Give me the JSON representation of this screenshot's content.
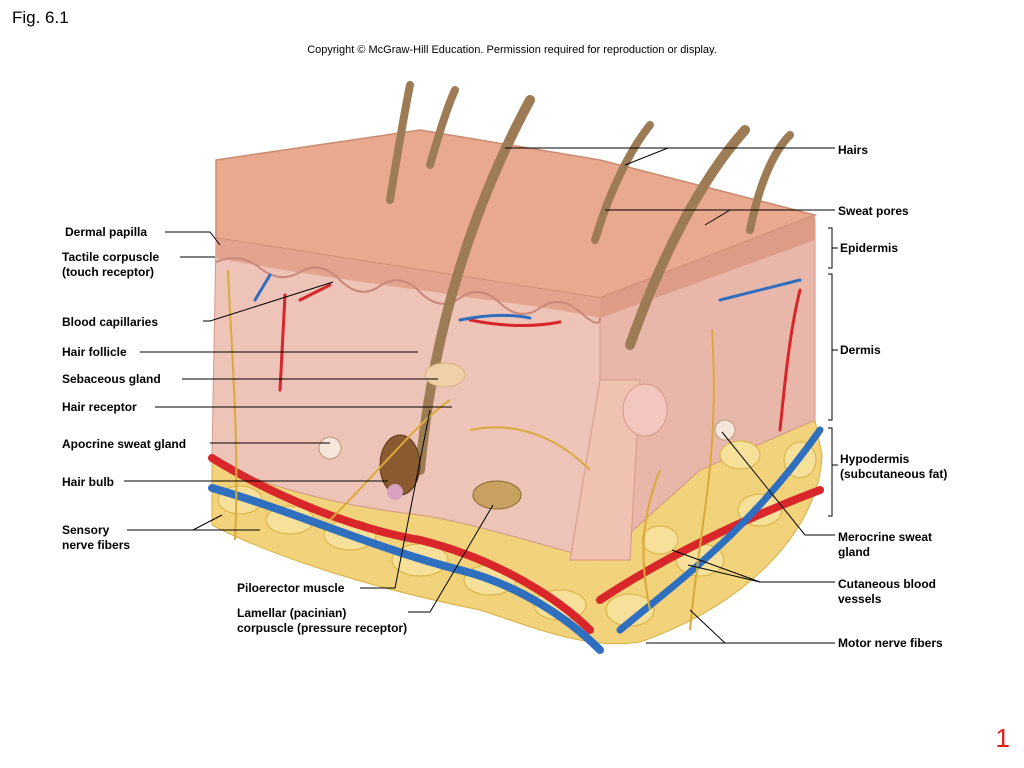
{
  "figure": {
    "title": "Fig. 6.1",
    "copyright": "Copyright © McGraw-Hill Education. Permission required for reproduction or display.",
    "page_number": "1"
  },
  "labels": {
    "hairs": "Hairs",
    "sweat_pores": "Sweat pores",
    "epidermis": "Epidermis",
    "dermis": "Dermis",
    "hypodermis": [
      "Hypodermis",
      "(subcutaneous fat)"
    ],
    "merocrine": [
      "Merocrine sweat",
      "gland"
    ],
    "cutaneous": [
      "Cutaneous blood",
      "vessels"
    ],
    "motor": "Motor nerve fibers",
    "dermal_papilla": "Dermal papilla",
    "tactile": [
      "Tactile corpuscle",
      "(touch receptor)"
    ],
    "capillaries": "Blood capillaries",
    "hair_follicle": "Hair follicle",
    "sebaceous": "Sebaceous gland",
    "hair_receptor": "Hair receptor",
    "apocrine": "Apocrine sweat gland",
    "hair_bulb": "Hair bulb",
    "sensory": [
      "Sensory",
      "nerve fibers"
    ],
    "piloerector": "Piloerector muscle",
    "lamellar": [
      "Lamellar (pacinian)",
      "corpuscle (pressure receptor)"
    ]
  },
  "colors": {
    "epidermis": "#e8a98e",
    "dermis": "#eec3b8",
    "fat": "#f2d27a",
    "artery": "#d8262a",
    "vein": "#2f6fc0",
    "nerve": "#d9a93a",
    "hair": "#9c7b55"
  }
}
